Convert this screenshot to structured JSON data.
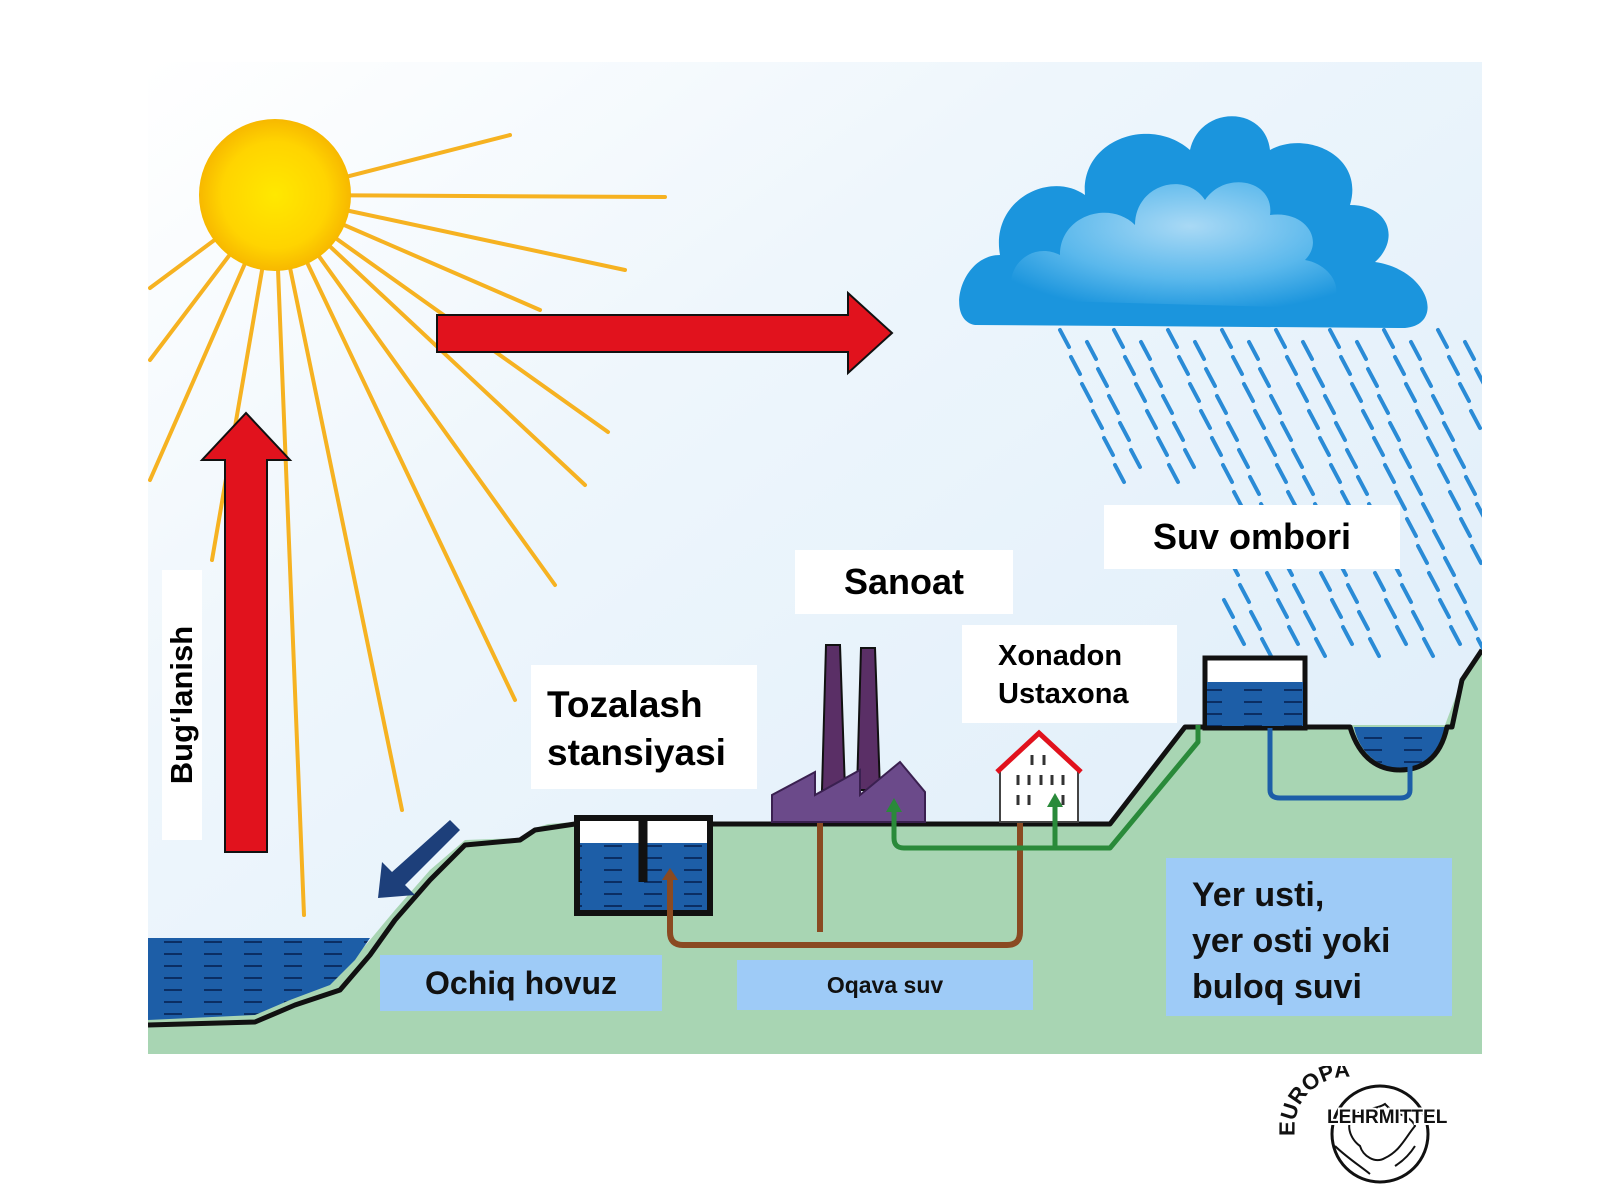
{
  "labels": {
    "evaporation": "Bug‘lanish",
    "industry": "Sanoat",
    "reservoir": "Suv ombori",
    "treatment_line1": "Tozalash",
    "treatment_line2": "stansiyasi",
    "household_line1": "Xonadon",
    "household_line2": "Ustaxona",
    "open_pond": "Ochiq hovuz",
    "wastewater": "Oqava suv",
    "ground_line1": "Yer usti,",
    "ground_line2": "yer osti yoki",
    "ground_line3": "buloq suvi"
  },
  "logo": {
    "top_text": "EUROPA",
    "side_text": "LEHRMITTEL"
  },
  "colors": {
    "sky": "#e6f2fb",
    "ground": "#a8d5b3",
    "water": "#1d5ea7",
    "sun": "#ffd200",
    "sun_rays": "#f6b221",
    "arrow_red": "#e1121d",
    "cloud": "#1d9ae0",
    "rain": "#2a8bd6",
    "label_box_blue": "#9ecbf7",
    "pipe_brown": "#8a4a22",
    "pipe_green": "#2a8a3a",
    "pipe_blue": "#1d5ea7"
  },
  "icons": [
    "sun-icon",
    "cloud-icon",
    "rain-icon",
    "factory-icon",
    "house-icon",
    "water-tank-icon",
    "europe-globe-icon"
  ]
}
